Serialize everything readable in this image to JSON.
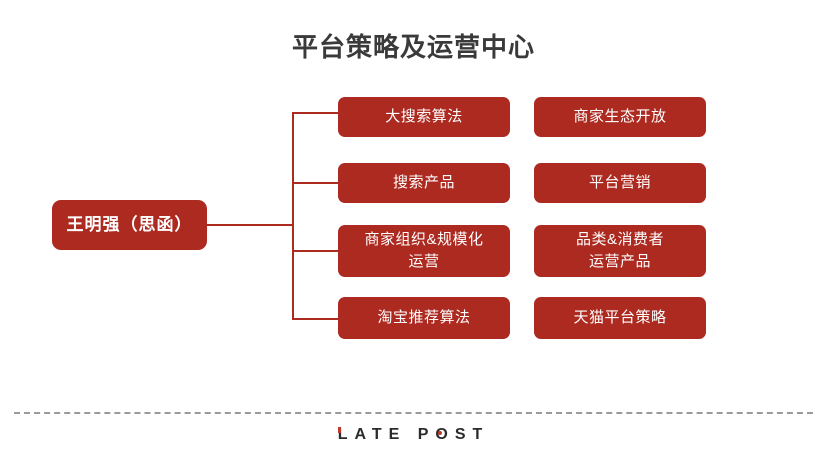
{
  "title": "平台策略及运营中心",
  "colors": {
    "node_fill": "#ad2a20",
    "node_text": "#ffffff",
    "connector": "#ad2a20",
    "title_text": "#3a3a3a",
    "divider": "#9a9a9a",
    "brand_accent": "#c0392b"
  },
  "root": {
    "label": "王明强（思函）"
  },
  "columns": [
    {
      "name": "column-1",
      "nodes": [
        {
          "label": "大搜索算法"
        },
        {
          "label": "搜索产品"
        },
        {
          "label": "商家组织&规模化\n运营"
        },
        {
          "label": "淘宝推荐算法"
        }
      ]
    },
    {
      "name": "column-2",
      "nodes": [
        {
          "label": "商家生态开放"
        },
        {
          "label": "平台营销"
        },
        {
          "label": "品类&消费者\n运营产品"
        },
        {
          "label": "天猫平台策略"
        }
      ]
    }
  ],
  "footer": {
    "brand_l": "L",
    "brand_ate": "ATE",
    "brand_space": " ",
    "brand_p": "P",
    "brand_o": "O",
    "brand_st": "ST"
  }
}
